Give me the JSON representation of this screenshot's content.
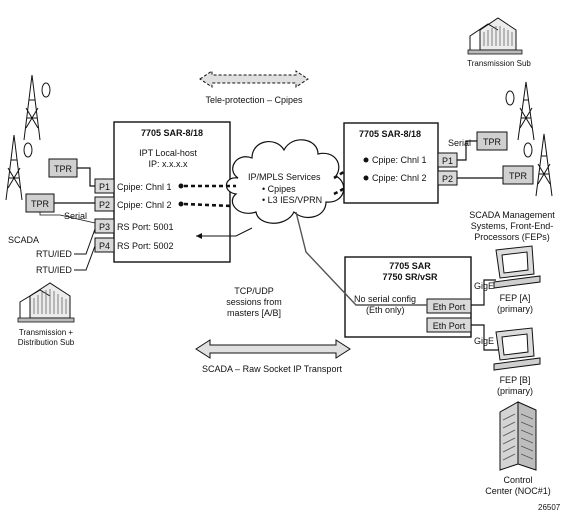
{
  "top_arrow_label": "Tele-protection – Cpipes",
  "bottom_arrow_label": "SCADA – Raw Socket IP Transport",
  "transmission_sub_label": "Transmission Sub",
  "trans_dist_sub_label_1": "Transmission +",
  "trans_dist_sub_label_2": "Distribution Sub",
  "left_router": {
    "title": "7705 SAR-8/18",
    "host_line1": "IPT Local-host",
    "host_line2": "IP: x.x.x.x",
    "ports": [
      {
        "id": "P1",
        "label": "Cpipe: Chnl 1"
      },
      {
        "id": "P2",
        "label": "Cpipe: Chnl 2"
      },
      {
        "id": "P3",
        "label": "RS Port: 5001"
      },
      {
        "id": "P4",
        "label": "RS Port: 5002"
      }
    ]
  },
  "right_router": {
    "title": "7705 SAR-8/18",
    "ports": [
      {
        "id": "P1",
        "label": "Cpipe: Chnl 1"
      },
      {
        "id": "P2",
        "label": "Cpipe: Chnl 2"
      }
    ]
  },
  "cloud": {
    "title": "IP/MPLS Services",
    "items": [
      "• Cpipes",
      "• L3 IES/VPRN"
    ]
  },
  "sr_router": {
    "title_1": "7705 SAR",
    "title_2": "7750 SR/vSR",
    "note_1": "No serial config",
    "note_2": "(Eth only)",
    "port_1": "Eth Port",
    "port_2": "Eth Port"
  },
  "tcp_note": [
    "TCP/UDP",
    "sessions from",
    "masters [A/B]"
  ],
  "tpr_label": "TPR",
  "serial_label": "Serial",
  "scada_label": "SCADA",
  "rtu_label": "RTU/IED",
  "gige_label": "GigE",
  "scada_mgmt": [
    "SCADA Management",
    "Systems, Front-End-",
    "Processors (FEPs)"
  ],
  "fep_a": [
    "FEP [A]",
    "(primary)"
  ],
  "fep_b": [
    "FEP [B]",
    "(primary)"
  ],
  "control_center": [
    "Control",
    "Center (NOC#1)"
  ],
  "figure_id": "26507"
}
